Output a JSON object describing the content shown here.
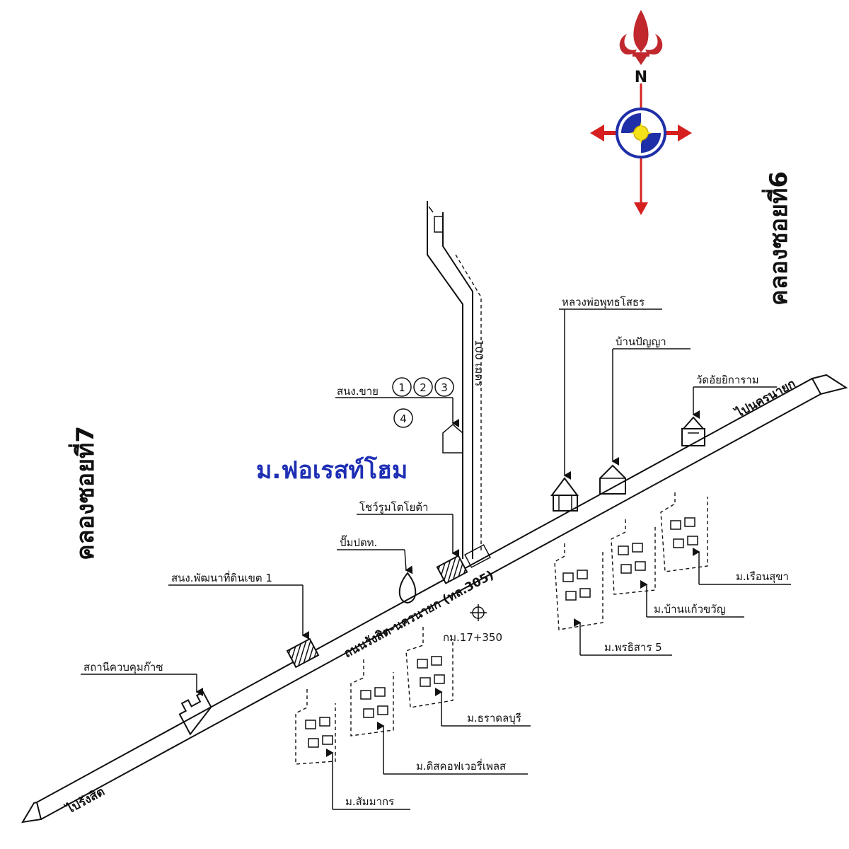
{
  "map": {
    "title": "ม.ฟอเรสท์โฮม",
    "road_name": "ถนนรังสิต-นครนายก (ทล.305)",
    "road_to_west": "ไปรังสิต",
    "road_to_east": "ไปนครนายก",
    "canal_left": "คลองซอยที่7",
    "canal_right": "คลองซอยที่6",
    "distance_label": "100 เมตร",
    "km_marker": "กม.17+350",
    "compass_north": "N",
    "landmarks": {
      "luang_pho": "หลวงพ่อพุทธโสธร",
      "ban_panya": "บ้านปัญญา",
      "wat": "วัดอัยยิการาม",
      "gas_shop": "สนง.ขาย",
      "numbers": [
        "1",
        "2",
        "3"
      ],
      "power": "4",
      "toyota": "โชว์รูมโตโยต้า",
      "ptt": "ปั๊มปตท.",
      "land_office": "สนง.พัฒนาที่ดินเขต 1",
      "gas_station": "สถานีควบคุมก๊าซ"
    },
    "villages": [
      "ม.สัมมากร",
      "ม.ดิสคอฟเวอรี่เพลส",
      "ม.ธราดลบุรี",
      "ม.พรธิสาร 5",
      "ม.บ้านแก้วขวัญ",
      "ม.เรือนสุขา"
    ],
    "colors": {
      "title": "#1e2fb4",
      "compass_red": "#d62020",
      "compass_blue": "#1f2fa8",
      "compass_yellow": "#f5e21a",
      "fleur": "#c0282d"
    }
  }
}
